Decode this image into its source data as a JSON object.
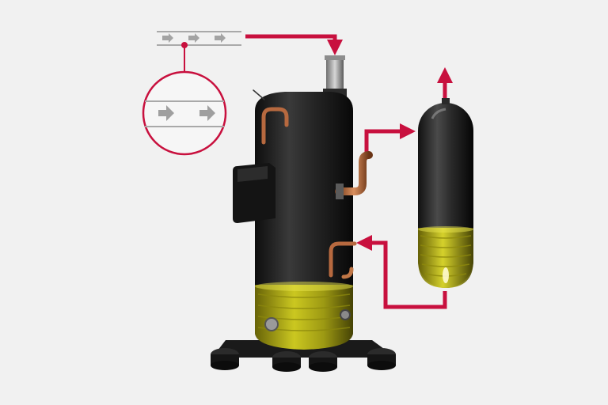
{
  "diagram": {
    "subject": "compressor-oil-separator-flow",
    "colors": {
      "background": "#f1f1f1",
      "flow_arrow": "#c8103e",
      "pipe_gray": "#a9a9a9",
      "compressor_body": "#1b1b1b",
      "oil": "#d6d21a",
      "copper": "#b7693f"
    },
    "icons": [
      "flow-arrow",
      "magnifier-callout",
      "pipe-flow-chevron"
    ]
  }
}
